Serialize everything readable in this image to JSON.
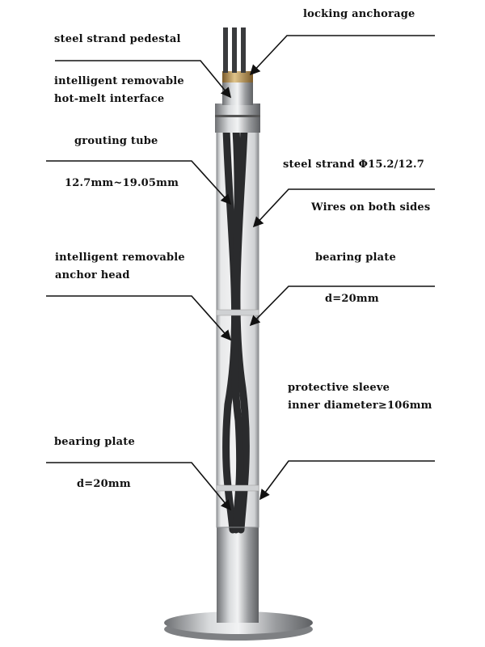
{
  "labels": {
    "locking_anchorage": "locking anchorage",
    "steel_strand_pedestal": "steel strand pedestal",
    "hot_melt_line1": "intelligent  removable",
    "hot_melt_line2": "hot-melt interface",
    "grouting_tube": "grouting tube",
    "grouting_tube_size": "12.7mm~19.05mm",
    "steel_strand": "steel strand  Φ15.2/12.7",
    "wires": "Wires on both sides",
    "anchor_head_line1": "intelligent  removable",
    "anchor_head_line2": "anchor head",
    "bearing_plate_upper": "bearing plate",
    "bearing_plate_upper_d": "d=20mm",
    "sleeve_line1": "protective sleeve",
    "sleeve_line2": "inner diameter≥106mm",
    "bearing_plate_lower": "bearing plate",
    "bearing_plate_lower_d": "d=20mm"
  },
  "colors": {
    "metal_dark": "#6e7073",
    "metal_light": "#e4e6e8",
    "strand": "#2a2b2d",
    "brass": "#b08a4a"
  }
}
